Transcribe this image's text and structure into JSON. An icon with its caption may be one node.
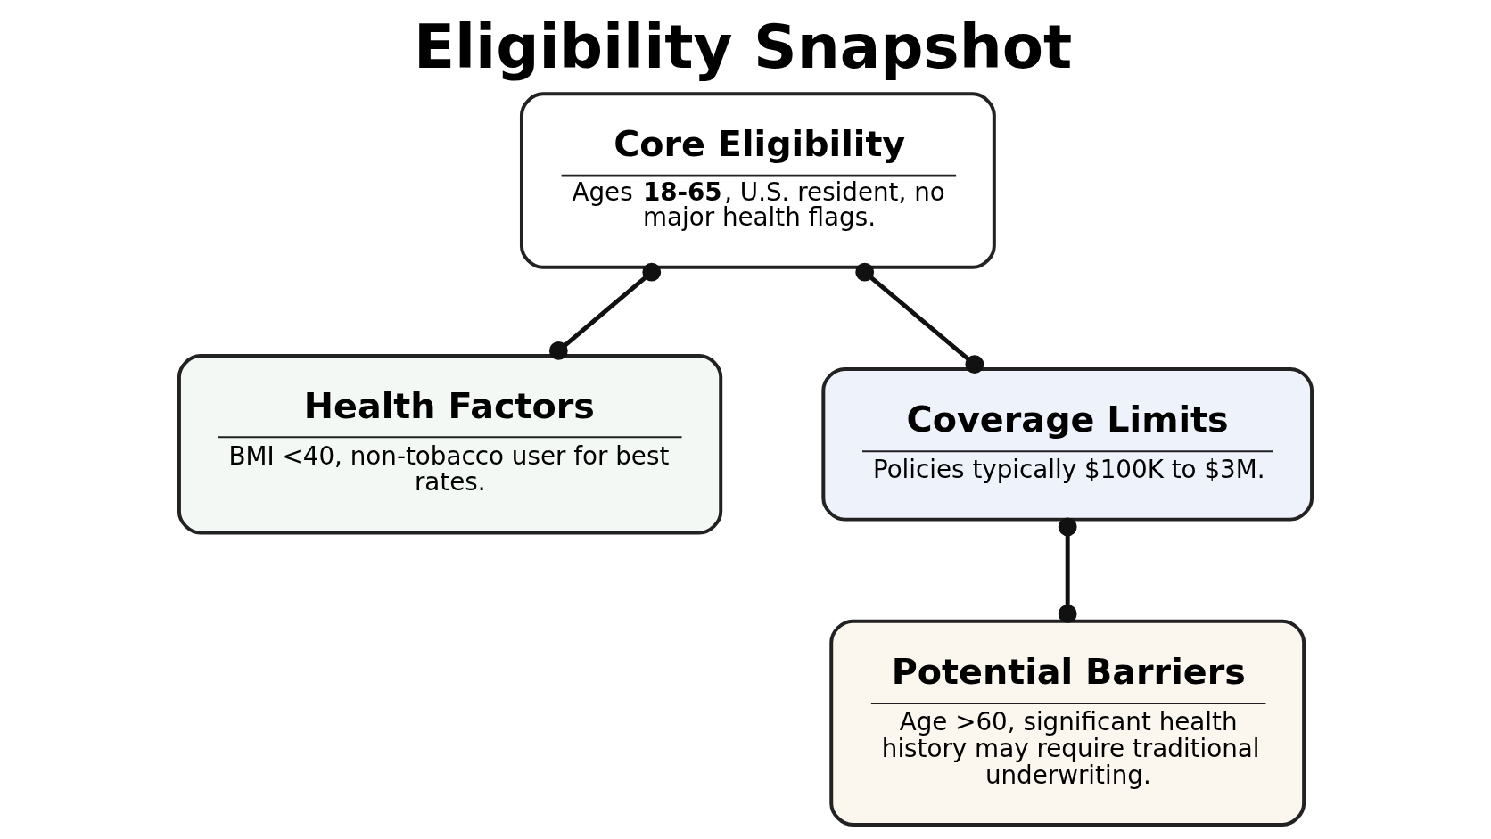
{
  "diagram": {
    "title": "Eligibility Snapshot",
    "nodes": [
      {
        "text": [
          "Core Eligibility",
          "Ages **18-65**, U.S. resident, no major health flags."
        ]
      },
      {
        "text": [
          "Health Factors",
          "BMI <40, non-tobacco user for best rates."
        ]
      },
      {
        "text": [
          "Coverage Limits",
          "Policies typically $100K to $3M."
        ]
      },
      {
        "text": [
          "Potential Barriers",
          "Age >60, significant health history may require traditional underwriting."
        ]
      }
    ],
    "edges": [
      {
        "from": 0,
        "to": 1,
        "arrow": "other"
      },
      {
        "from": 0,
        "to": 2,
        "arrow": "other"
      },
      {
        "from": 2,
        "to": 3,
        "arrow": "other"
      }
    ]
  }
}
